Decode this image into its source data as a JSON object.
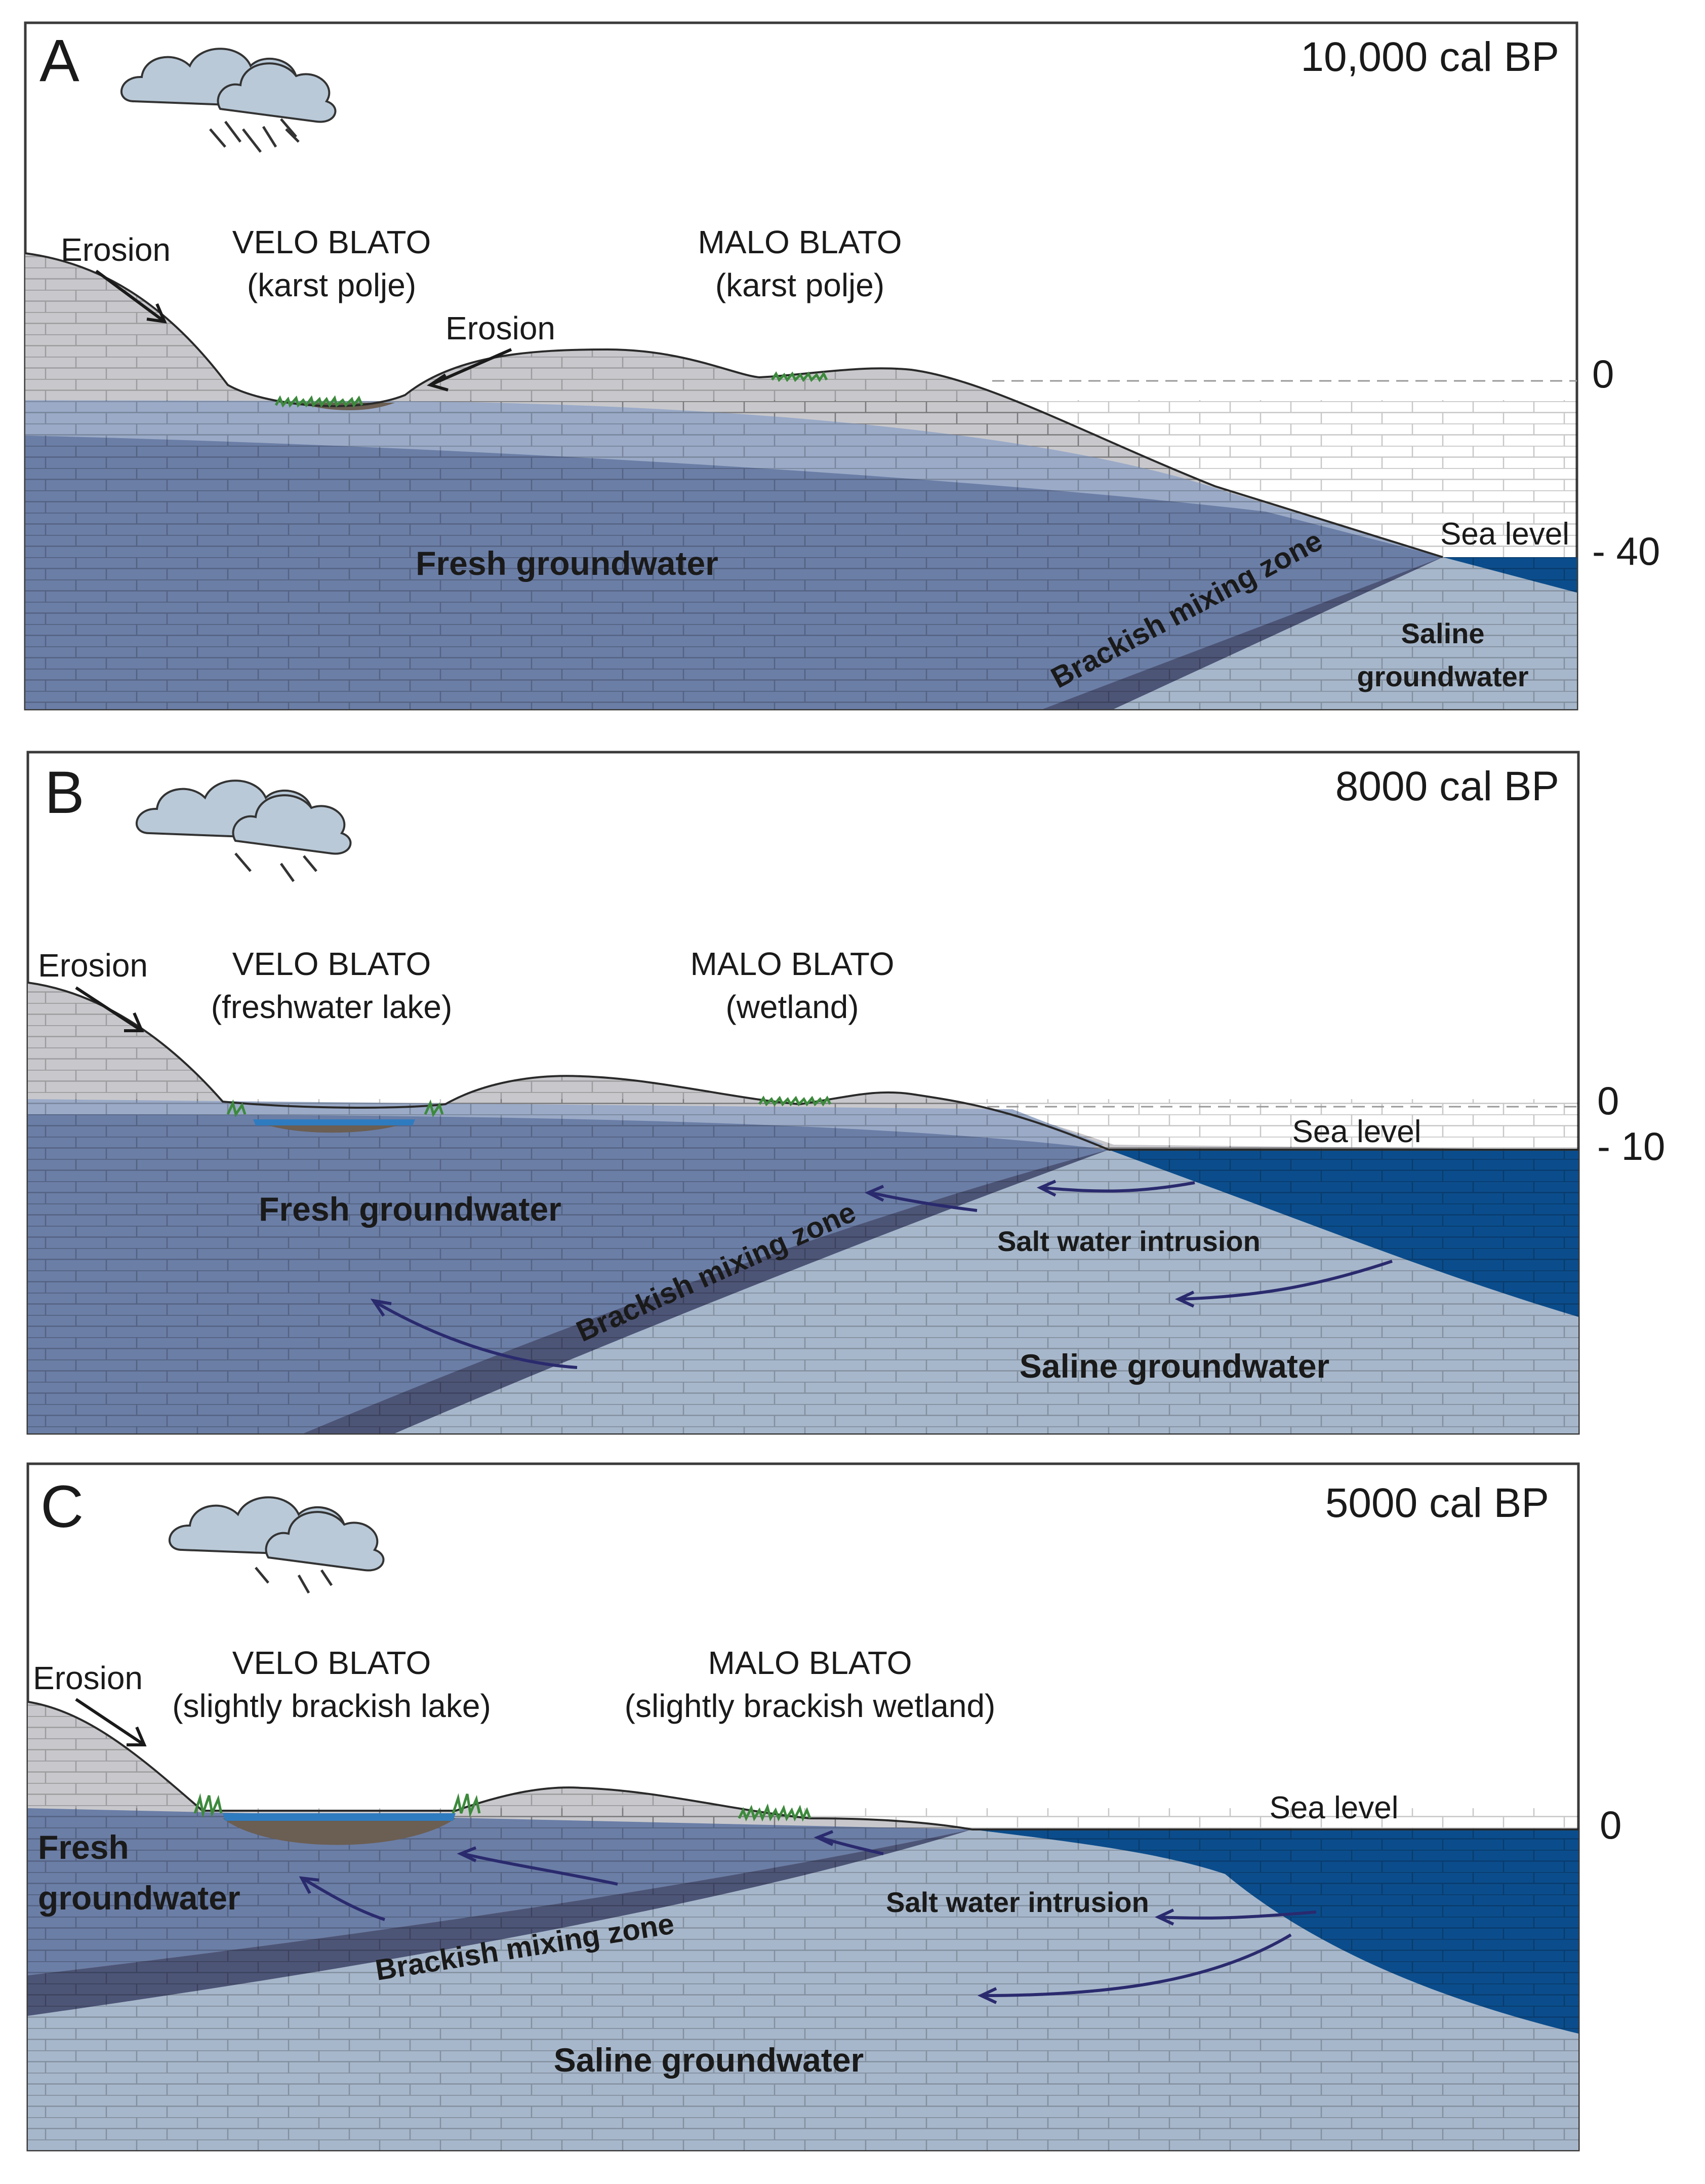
{
  "colors": {
    "limestone": "#c8c8cc",
    "fresh_groundwater": "#6b7ea6",
    "saline_groundwater": "#a7b7cb",
    "brackish_zone": "#4d5577",
    "sea": "#0b4d8c",
    "lake_sediment": "#6b5e52",
    "vegetation": "#3c8a3c",
    "flow_arrows": "#2a2a6e"
  },
  "icons": [
    "cloud-icon",
    "rain-icon",
    "vegetation-icon",
    "flow-arrow-icon",
    "erosion-arrow-icon"
  ],
  "panels": [
    {
      "letter": "A",
      "age": "10,000 cal BP",
      "erosion_labels": [
        "Erosion",
        "Erosion"
      ],
      "velo_name": "VELO BLATO",
      "velo_state": "(karst polje)",
      "malo_name": "MALO BLATO",
      "malo_state": "(karst polje)",
      "sea_level_label": "Sea level",
      "depth_labels": [
        "0",
        "- 40"
      ],
      "fresh_label": "Fresh groundwater",
      "brackish_label": "Brackish mixing zone",
      "saline_label_1": "Saline",
      "saline_label_2": "groundwater"
    },
    {
      "letter": "B",
      "age": "8000 cal BP",
      "erosion_labels": [
        "Erosion"
      ],
      "velo_name": "VELO BLATO",
      "velo_state": "(freshwater lake)",
      "malo_name": "MALO BLATO",
      "malo_state": "(wetland)",
      "sea_level_label": "Sea level",
      "depth_labels": [
        "0",
        "- 10"
      ],
      "fresh_label": "Fresh groundwater",
      "brackish_label": "Brackish mixing zone",
      "intrusion_label": "Salt water intrusion",
      "saline_label": "Saline groundwater"
    },
    {
      "letter": "C",
      "age": "5000 cal BP",
      "erosion_labels": [
        "Erosion"
      ],
      "velo_name": "VELO BLATO",
      "velo_state": "(slightly brackish lake)",
      "malo_name": "MALO BLATO",
      "malo_state": "(slightly brackish wetland)",
      "sea_level_label": "Sea level",
      "depth_labels": [
        "0"
      ],
      "fresh_label_1": "Fresh",
      "fresh_label_2": "groundwater",
      "brackish_label": "Brackish mixing zone",
      "intrusion_label": "Salt water intrusion",
      "saline_label": "Saline groundwater"
    }
  ]
}
